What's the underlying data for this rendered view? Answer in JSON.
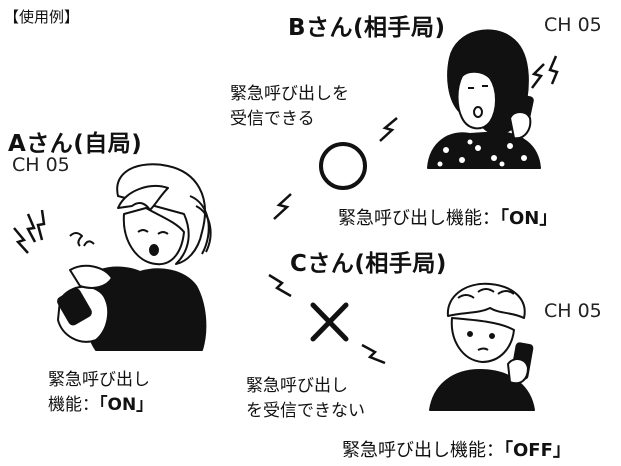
{
  "example_label": "【使用例】",
  "persons": {
    "a": {
      "title": "Aさん(自局)",
      "channel": "CH 05",
      "setting_line1": "緊急呼び出し",
      "setting_prefix": "機能：",
      "setting_value": "「ON」"
    },
    "b": {
      "title": "Bさん(相手局)",
      "channel": "CH 05",
      "setting_prefix": "緊急呼び出し機能：",
      "setting_value": "「ON」"
    },
    "c": {
      "title": "Cさん(相手局)",
      "channel": "CH 05",
      "setting_prefix": "緊急呼び出し機能：",
      "setting_value": "「OFF」"
    }
  },
  "results": {
    "can_receive": {
      "line1": "緊急呼び出しを",
      "line2": "受信できる"
    },
    "cannot_receive": {
      "line1": "緊急呼び出し",
      "line2": "を受信できない"
    }
  }
}
